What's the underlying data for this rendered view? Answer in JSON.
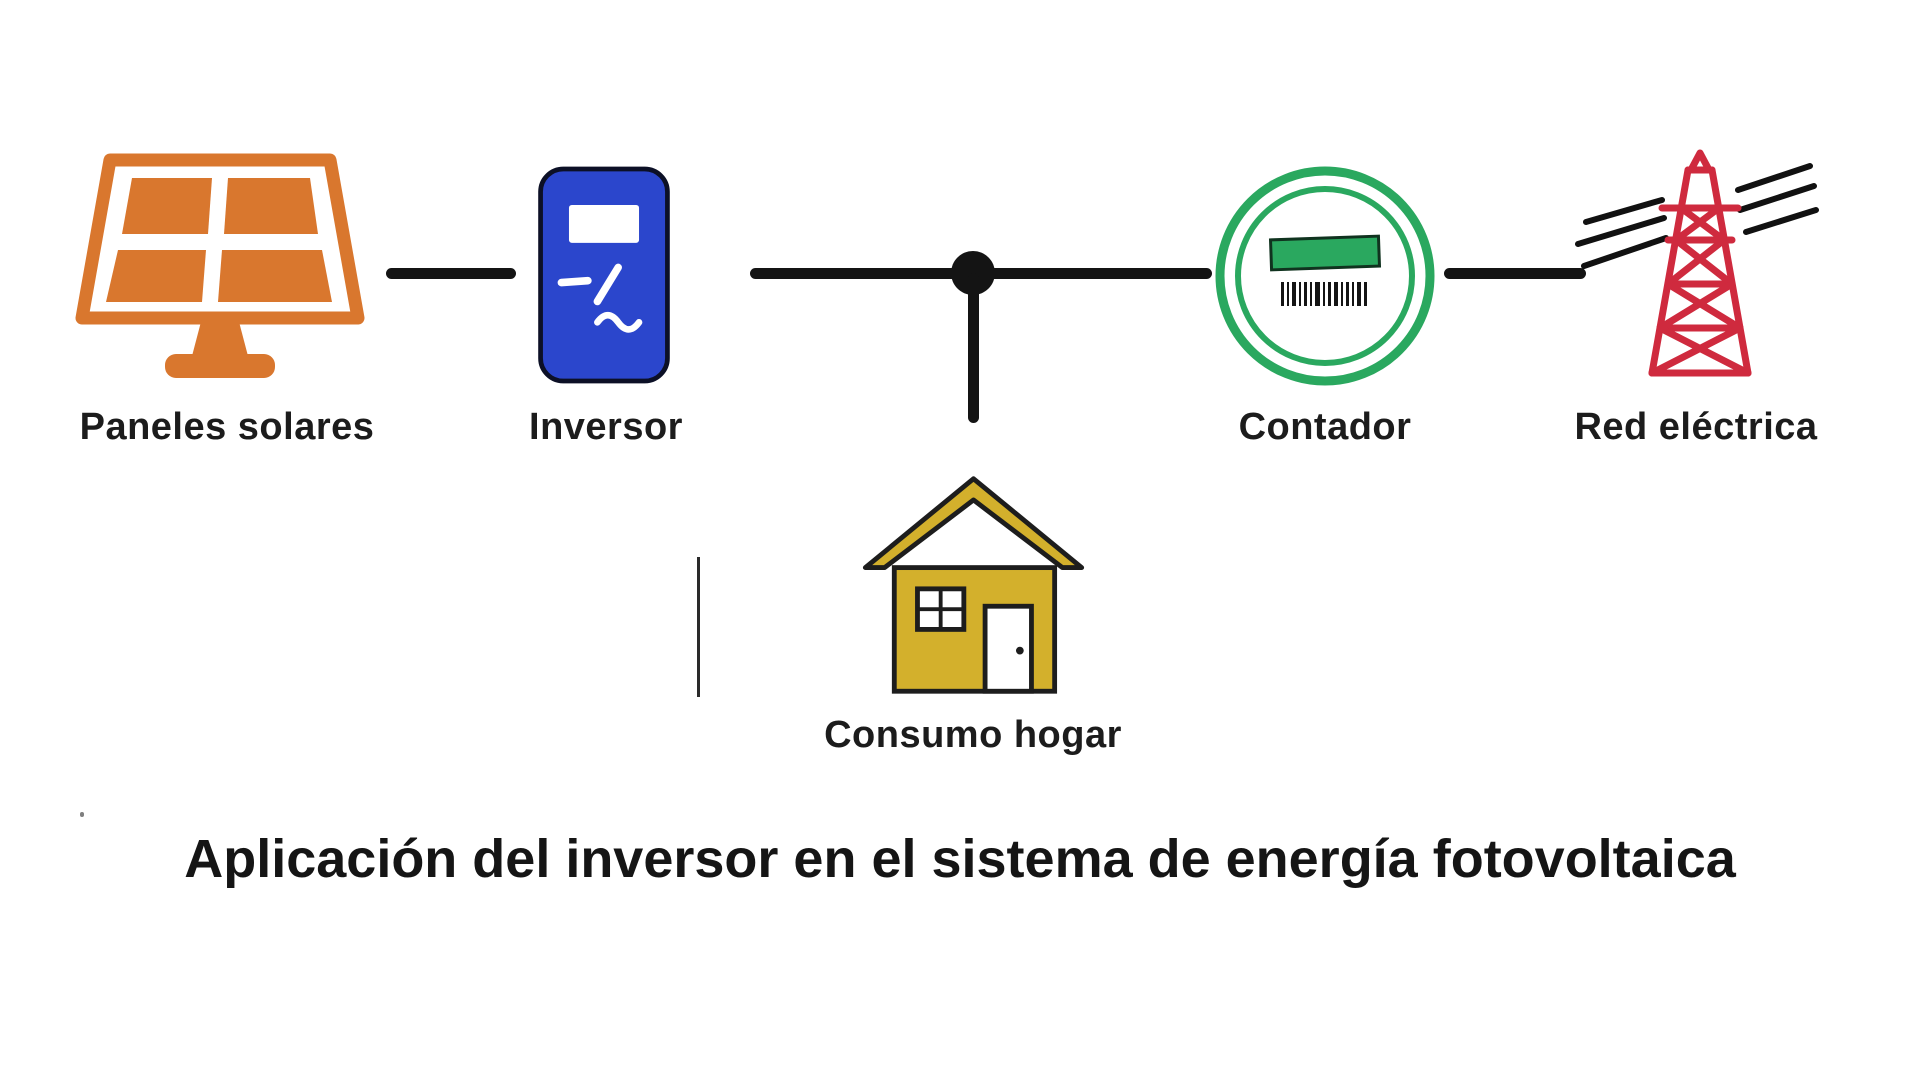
{
  "title": "Aplicación del inversor en el sistema de energía fotovoltaica",
  "nodes": {
    "panels": {
      "label": "Paneles solares",
      "icon": "solar-panel-icon"
    },
    "inverter": {
      "label": "Inversor",
      "icon": "inverter-icon"
    },
    "home": {
      "label": "Consumo hogar",
      "icon": "house-icon"
    },
    "meter": {
      "label": "Contador",
      "icon": "electric-meter-icon"
    },
    "grid": {
      "label": "Red eléctrica",
      "icon": "transmission-tower-icon"
    }
  },
  "colors": {
    "panel_orange": "#d9772e",
    "panel_orange_dark": "#b45a18",
    "inverter_blue": "#2b46cc",
    "inverter_outline": "#0c1026",
    "house_gold": "#d3b02c",
    "outline_dark": "#1d1d1d",
    "meter_green": "#2aa85f",
    "grid_red": "#cf2a3e",
    "line_black": "#141414"
  }
}
